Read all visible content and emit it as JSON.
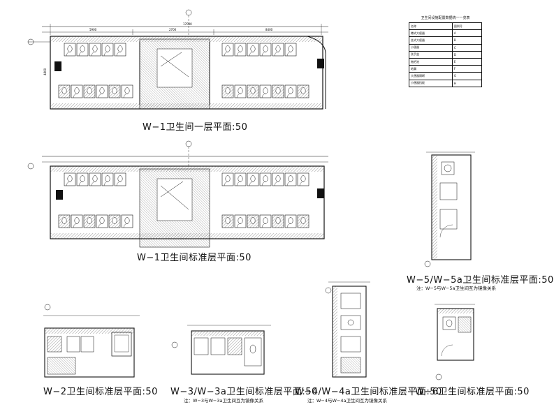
{
  "drawing": {
    "w1_ground_title": "W−1卫生间一层平面:50",
    "w1_standard_title": "W−1卫生间标准层平面:50",
    "w5_title": "W−5/W−5a卫生间标准层平面:50",
    "w5_note": "注：W−5与W−5a卫生间互为镜像关系",
    "w2_title": "W−2卫生间标准层平面:50",
    "w3_title": "W−3/W−3a卫生间标准层平面:50",
    "w3_note": "注：W−3与W−3a卫生间互为镜像关系",
    "w4_title": "W−4/W−4a卫生间标准层平面:50",
    "w4_note": "注：W−4与W−4a卫生间互为镜像关系",
    "w6_title": "W−6卫生间标准层平面:50",
    "dims": {
      "w1_total": "17000",
      "w1_left": "5900",
      "w1_mid": "2700",
      "w1_right": "8400",
      "w1_height": "4800"
    },
    "legend": {
      "heading": "卫生间设施配置数据统一一览表",
      "col_name": "名称",
      "col_symbol": "图例号",
      "rows": [
        {
          "name": "蹲式大便器",
          "symbol": "A"
        },
        {
          "name": "坐式大便器",
          "symbol": "B"
        },
        {
          "name": "小便器",
          "symbol": "C"
        },
        {
          "name": "洗手盆",
          "symbol": "D"
        },
        {
          "name": "拖把池",
          "symbol": "E"
        },
        {
          "name": "地漏",
          "symbol": "F"
        },
        {
          "name": "大便器隔断",
          "symbol": "G"
        },
        {
          "name": "小便器挡板",
          "symbol": "H"
        }
      ]
    }
  }
}
